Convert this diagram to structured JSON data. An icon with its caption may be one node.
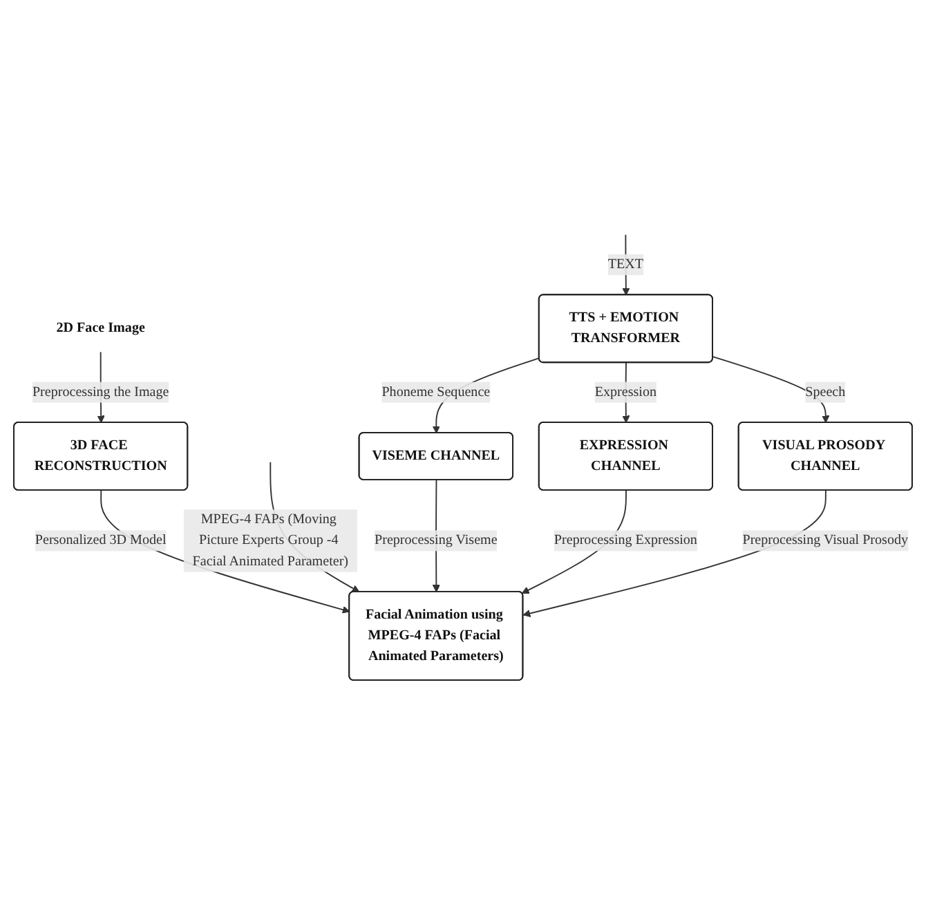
{
  "diagram": {
    "nodes": [
      {
        "text": [
          "2D Face Image"
        ]
      },
      {
        "text": [
          "TTS + EMOTION TRANSFORMER"
        ]
      },
      {
        "text": [
          "3D FACE RECONSTRUCTION"
        ]
      },
      {
        "text": [
          "VISUAL PROSODY CHANNEL"
        ]
      },
      {
        "text": [
          "EXPRESSION CHANNEL"
        ]
      },
      {
        "text": [
          "VISEME CHANNEL"
        ]
      },
      {
        "text": [
          "Facial Animation using MPEG-4 FAPs (Facial Animated Parameters)"
        ]
      }
    ],
    "edges": [
      {
        "from": 0,
        "to": 2,
        "arrow": "to",
        "label": "Preprocessing the Image"
      },
      {
        "from": null,
        "to": 1,
        "arrow": "to",
        "label": "TEXT"
      },
      {
        "from": 1,
        "to": 5,
        "arrow": "to",
        "label": "Phoneme Sequence"
      },
      {
        "from": 1,
        "to": 4,
        "arrow": "to",
        "label": "Expression"
      },
      {
        "from": 1,
        "to": 3,
        "arrow": "to",
        "label": "Speech"
      },
      {
        "from": 2,
        "to": 6,
        "arrow": "to",
        "label": "Personalized 3D Model"
      },
      {
        "from": null,
        "to": 6,
        "arrow": "to",
        "label": "MPEG-4 FAPs (Moving Picture Experts Group -4 Facial Animated Parameter)"
      },
      {
        "from": 5,
        "to": 6,
        "arrow": "to",
        "label": "Preprocessing Viseme"
      },
      {
        "from": 4,
        "to": 6,
        "arrow": "to",
        "label": "Preprocessing Expression"
      },
      {
        "from": 3,
        "to": 6,
        "arrow": "to",
        "label": "Preprocessing Visual Prosody"
      }
    ]
  }
}
